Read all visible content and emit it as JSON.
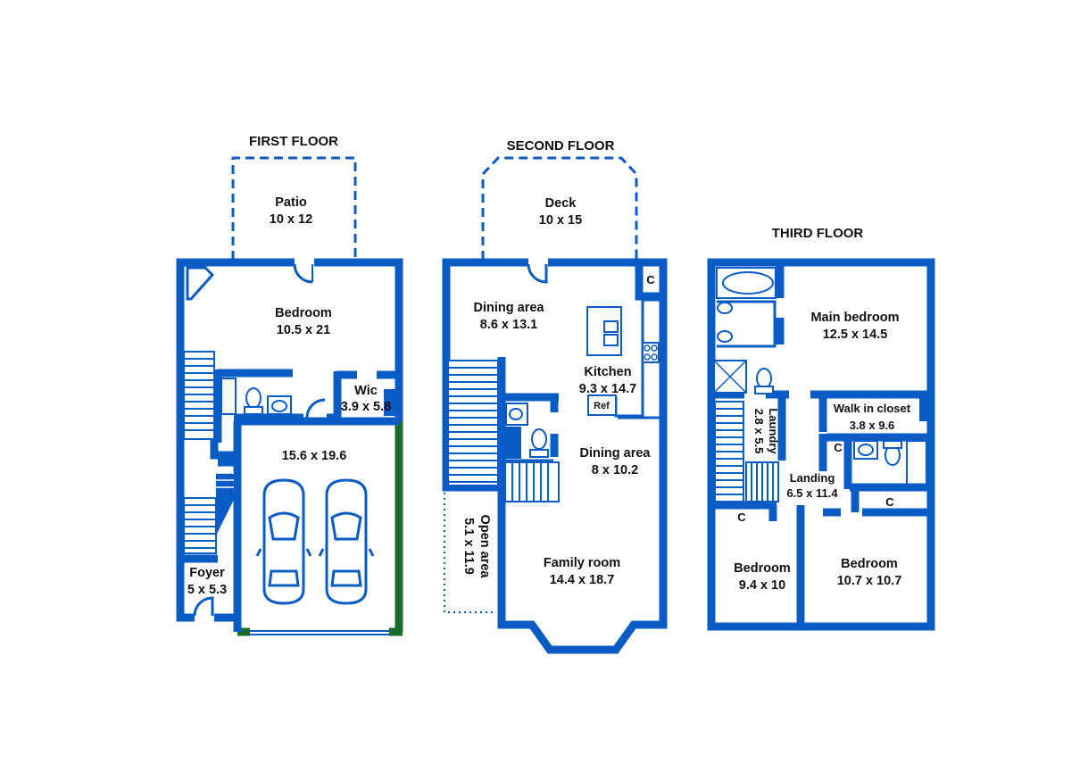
{
  "colors": {
    "wall": "#0a5bc4",
    "garage_wall": "#1b6b2a",
    "text": "#111111"
  },
  "floors": {
    "first": {
      "title": "FIRST FLOOR",
      "patio": {
        "name": "Patio",
        "size": "10 x 12"
      },
      "bedroom": {
        "name": "Bedroom",
        "size": "10.5 x 21"
      },
      "wic": {
        "name": "Wic",
        "size": "3.9 x 5.8"
      },
      "garage": {
        "size": "15.6 x 19.6"
      },
      "foyer": {
        "name": "Foyer",
        "size": "5 x 5.3"
      }
    },
    "second": {
      "title": "SECOND FLOOR",
      "deck": {
        "name": "Deck",
        "size": "10 x 15"
      },
      "dining_upper": {
        "name": "Dining area",
        "size": "8.6 x 13.1"
      },
      "kitchen": {
        "name": "Kitchen",
        "size": "9.3 x 14.7"
      },
      "ref": "Ref",
      "closet": "C",
      "dining_lower": {
        "name": "Dining area",
        "size": "8 x 10.2"
      },
      "family": {
        "name": "Family room",
        "size": "14.4 x 18.7"
      },
      "open_area": {
        "name": "Open area",
        "size": "5.1 x 11.9"
      }
    },
    "third": {
      "title": "THIRD FLOOR",
      "main_bedroom": {
        "name": "Main bedroom",
        "size": "12.5 x 14.5"
      },
      "walk_in": {
        "name": "Walk in closet",
        "size": "3.8 x 9.6"
      },
      "laundry": {
        "name": "Laundry",
        "size": "2.8 x 5.5"
      },
      "landing": {
        "name": "Landing",
        "size": "6.5 x 11.4"
      },
      "closet": "C",
      "bedroom_left": {
        "name": "Bedroom",
        "size": "9.4 x 10"
      },
      "bedroom_right": {
        "name": "Bedroom",
        "size": "10.7 x 10.7"
      }
    }
  }
}
